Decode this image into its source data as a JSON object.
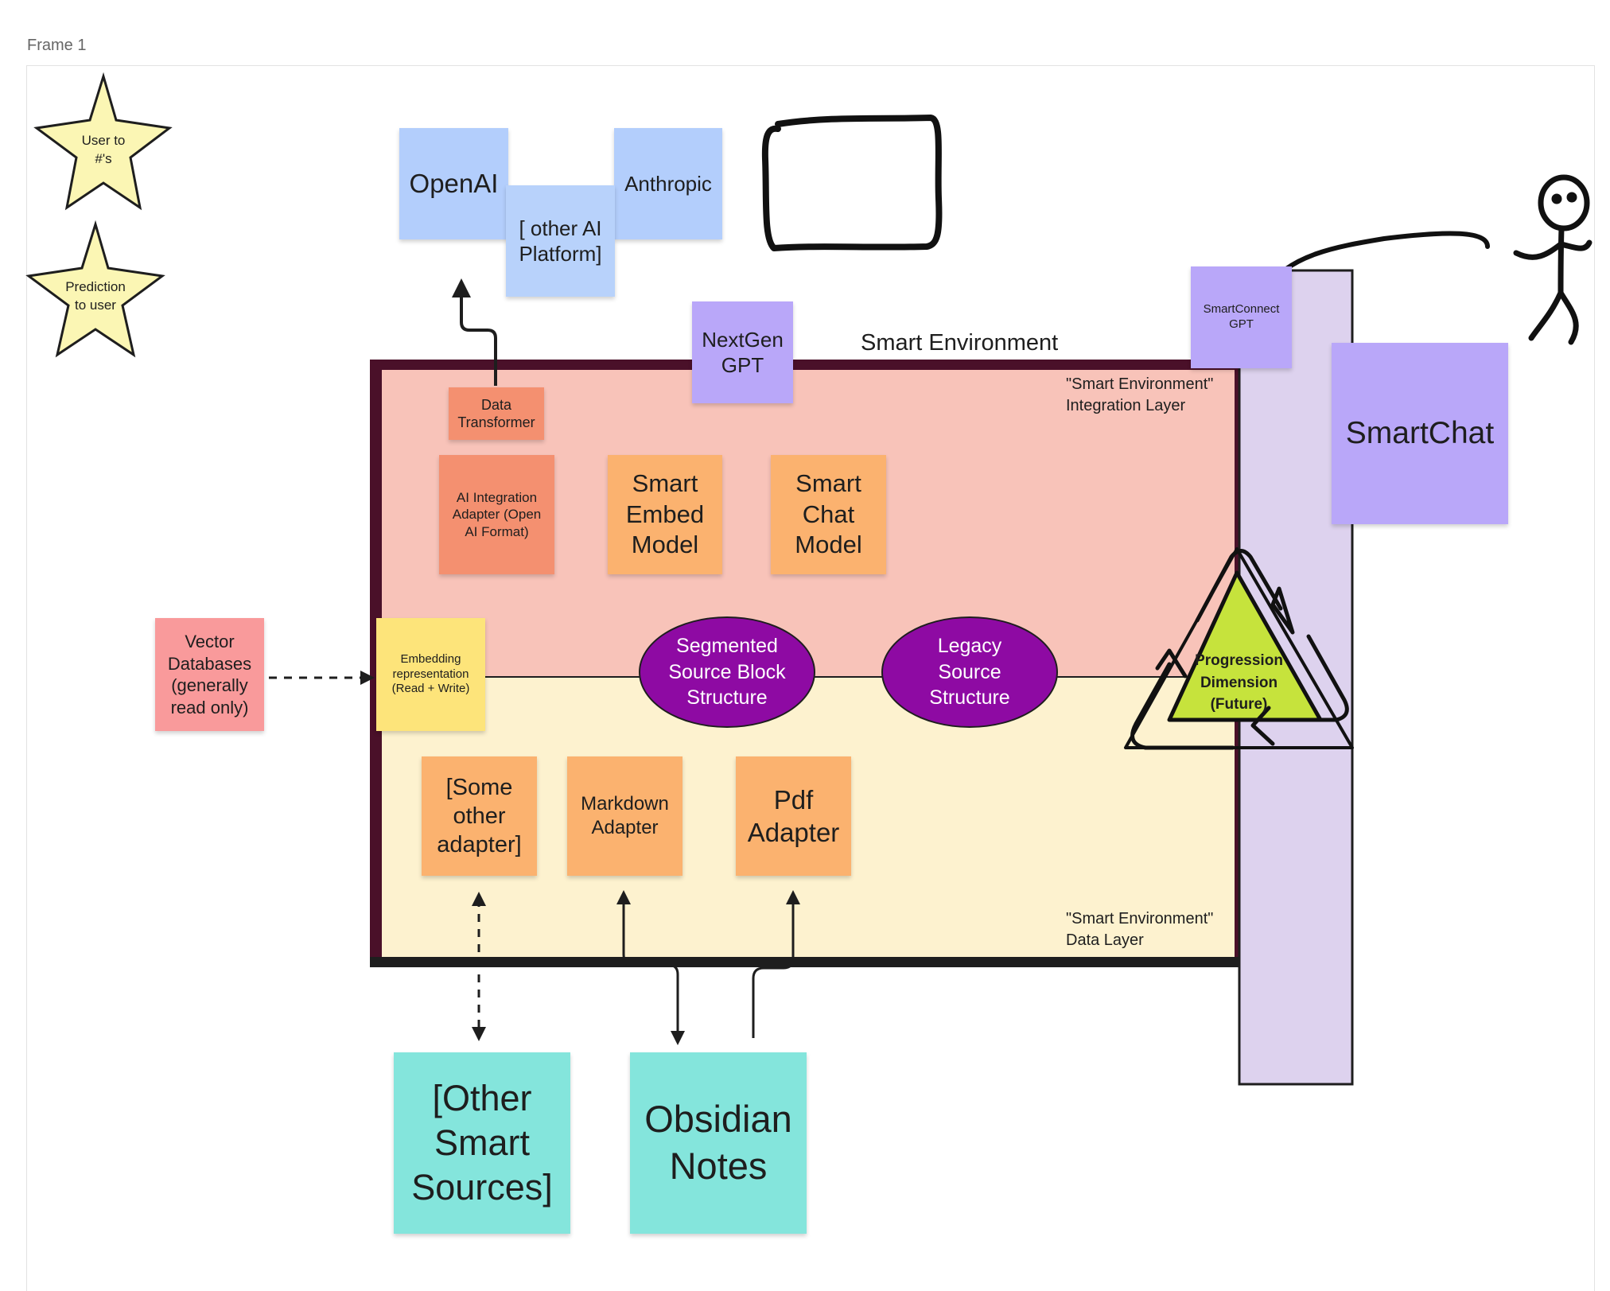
{
  "frame": {
    "title": "Frame 1"
  },
  "stars": [
    {
      "label": "User to\n#'s"
    },
    {
      "label": "Prediction\nto user"
    }
  ],
  "ai_platforms": {
    "openai": "OpenAI",
    "other": "[ other AI\nPlatform]",
    "anthropic": "Anthropic"
  },
  "environment": {
    "title": "Smart Environment",
    "integration_layer_label": "\"Smart Environment\"\nIntegration Layer",
    "data_layer_label": "\"Smart Environment\"\nData Layer"
  },
  "integration": {
    "data_transformer": "Data\nTransformer",
    "ai_adapter": "AI Integration\nAdapter (Open\nAI Format)",
    "embed_model": "Smart\nEmbed\nModel",
    "chat_model": "Smart\nChat\nModel",
    "nextgen": "NextGen\nGPT"
  },
  "structures": {
    "segmented": "Segmented\nSource Block\nStructure",
    "legacy": "Legacy\nSource\nStructure",
    "embedding": "Embedding\nrepresentation\n(Read + Write)"
  },
  "data_layer": {
    "other_adapter": "[Some\nother\nadapter]",
    "markdown_adapter": "Markdown\nAdapter",
    "pdf_adapter": "Pdf\nAdapter"
  },
  "sources": {
    "other_sources": "[Other\nSmart\nSources]",
    "obsidian": "Obsidian\nNotes"
  },
  "vector_db": "Vector\nDatabases\n(generally\nread only)",
  "smartconnect": "SmartConnect\nGPT",
  "smartchat": "SmartChat",
  "progression": "Progression\nDimension\n(Future)",
  "colors": {
    "integration_layer": "#f8c3b9",
    "data_layer": "#fdf2cf",
    "environment_border": "#1e1e1e",
    "environment_outer": "#4a1029",
    "ellipse": "#8e0aa3",
    "progression": "#c6e33c",
    "smartchat_bar": "#ddd2ee"
  }
}
